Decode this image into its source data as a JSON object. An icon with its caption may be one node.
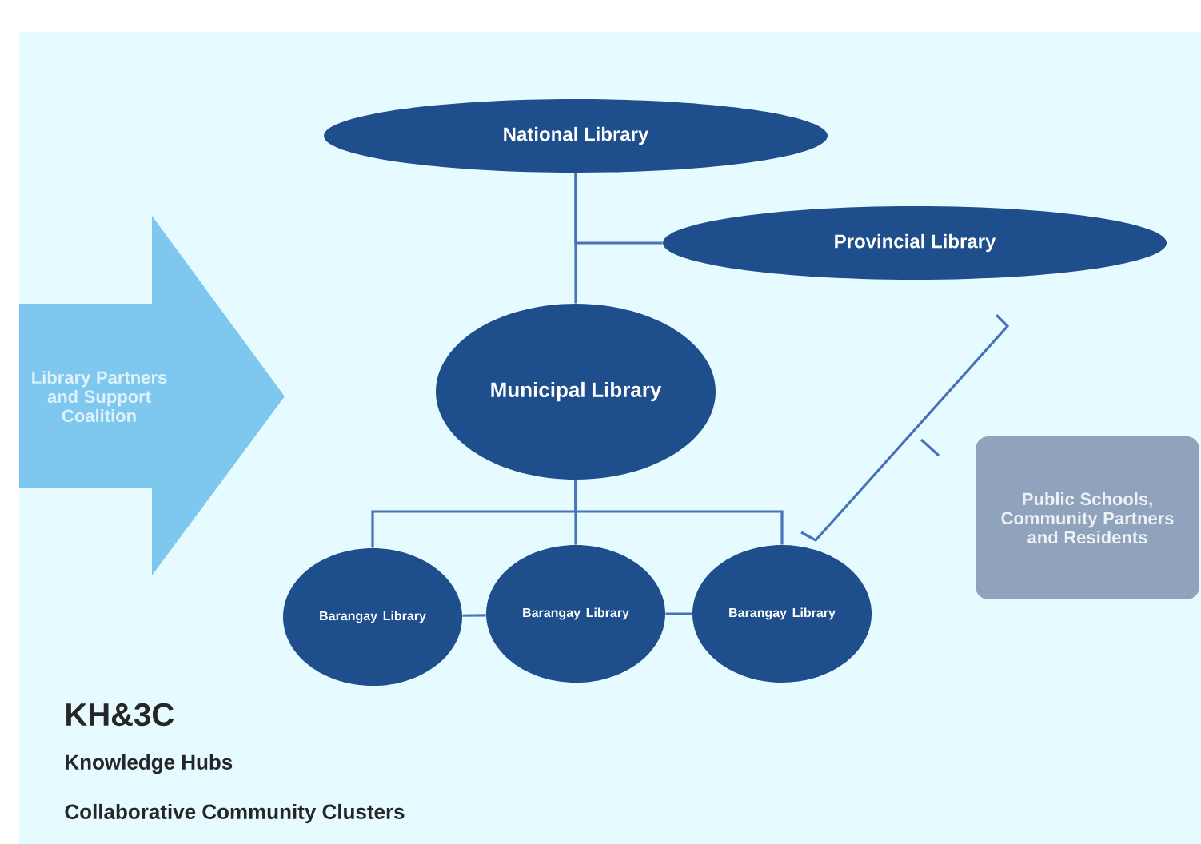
{
  "diagram": {
    "nodes": [
      {
        "text": [
          "National Library"
        ]
      },
      {
        "text": [
          "Provincial Library"
        ]
      },
      {
        "text": [
          "Municipal Library"
        ]
      },
      {
        "text": [
          "Barangay Library"
        ]
      },
      {
        "text": [
          "Barangay Library"
        ]
      },
      {
        "text": [
          "Barangay Library"
        ]
      },
      {
        "text": [
          "Library Partners and Support Coalition"
        ]
      },
      {
        "text": [
          "Public Schools, Community Partners and Residents"
        ]
      }
    ],
    "edges": [
      {
        "from": 0,
        "to": 2,
        "arrow": "none"
      },
      {
        "from": 0,
        "to": 1,
        "arrow": "none"
      },
      {
        "from": 2,
        "to": 3,
        "arrow": "none"
      },
      {
        "from": 2,
        "to": 4,
        "arrow": "none"
      },
      {
        "from": 2,
        "to": 5,
        "arrow": "none"
      },
      {
        "from": 3,
        "to": 4,
        "arrow": "none"
      },
      {
        "from": 4,
        "to": 5,
        "arrow": "none"
      }
    ],
    "labels": [
      "KH&3C",
      "Knowledge Hubs",
      "Collaborative Community Clusters"
    ]
  }
}
